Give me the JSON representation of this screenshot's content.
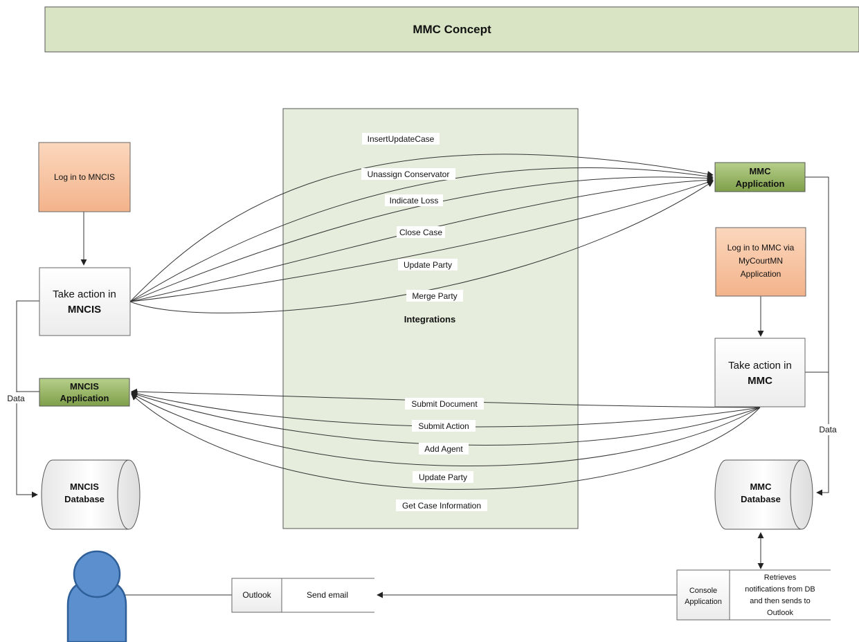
{
  "title": "MMC Concept",
  "integrations_label": "Integrations",
  "left": {
    "login": "Log in to MNCIS",
    "action_line1": "Take action in",
    "action_line2": "MNCIS",
    "app_line1": "MNCIS",
    "app_line2": "Application",
    "data_label": "Data",
    "db_line1": "MNCIS",
    "db_line2": "Database"
  },
  "right": {
    "app_line1": "MMC",
    "app_line2": "Application",
    "login_line1": "Log in to MMC via",
    "login_line2": "MyCourtMN",
    "login_line3": "Application",
    "action_line1": "Take action in",
    "action_line2": "MMC",
    "data_label": "Data",
    "db_line1": "MMC",
    "db_line2": "Database"
  },
  "outbound_integrations": [
    "InsertUpdateCase",
    "Unassign Conservator",
    "Indicate Loss",
    "Close Case",
    "Update Party",
    "Merge Party"
  ],
  "inbound_integrations": [
    "Submit Document",
    "Submit Action",
    "Add Agent",
    "Update Party",
    "Get Case Information"
  ],
  "bottom": {
    "outlook": "Outlook",
    "send_email": "Send email",
    "console_line1": "Console",
    "console_line2": "Application",
    "retrieves_line1": "Retrieves",
    "retrieves_line2": "notifications from DB",
    "retrieves_line3": "and then sends to",
    "retrieves_line4": "Outlook"
  },
  "colors": {
    "title_fill": "#d9e4c4",
    "integration_fill": "#e7eddc",
    "login_fill": "#f8c5a4",
    "app_fill": "#8fb05a",
    "user_fill": "#5b8fcd"
  }
}
